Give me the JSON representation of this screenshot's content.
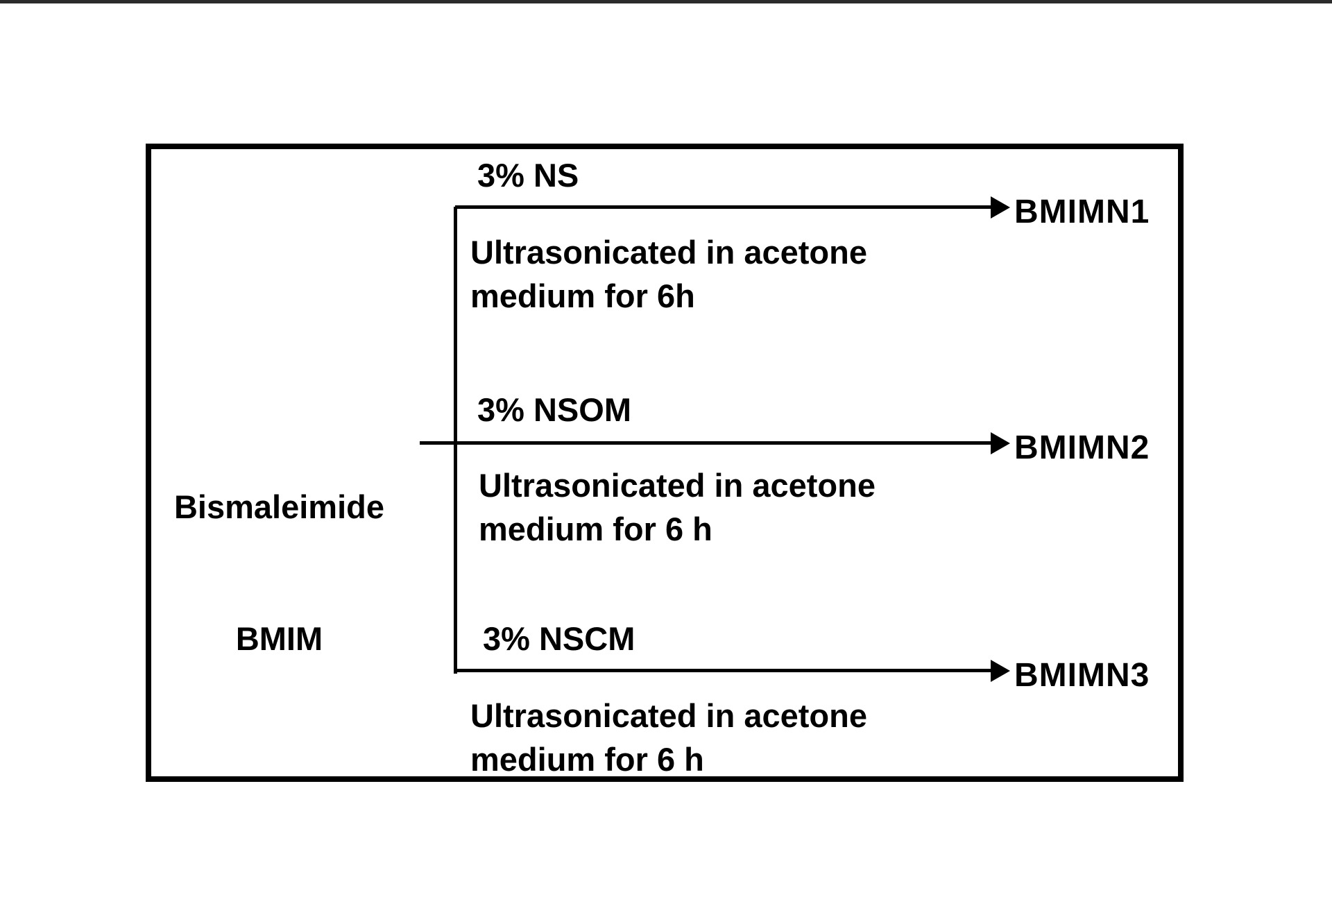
{
  "page": {
    "background_color": "#ffffff",
    "top_strip_color": "#2b2b2b",
    "line_color": "#000000",
    "text_color": "#000000"
  },
  "diagram": {
    "source": {
      "line1": "Bismaleimide",
      "line2": "BMIM"
    },
    "branches": [
      {
        "reagent": "3% NS",
        "process_line1": "Ultrasonicated in acetone",
        "process_line2": "medium for 6h",
        "product": "BMIMN1"
      },
      {
        "reagent": "3% NSOM",
        "process_line1": "Ultrasonicated in acetone",
        "process_line2": "medium for 6 h",
        "product": "BMIMN2"
      },
      {
        "reagent": "3% NSCM",
        "process_line1": "Ultrasonicated in acetone",
        "process_line2": "medium for 6 h",
        "product": "BMIMN3"
      }
    ]
  }
}
